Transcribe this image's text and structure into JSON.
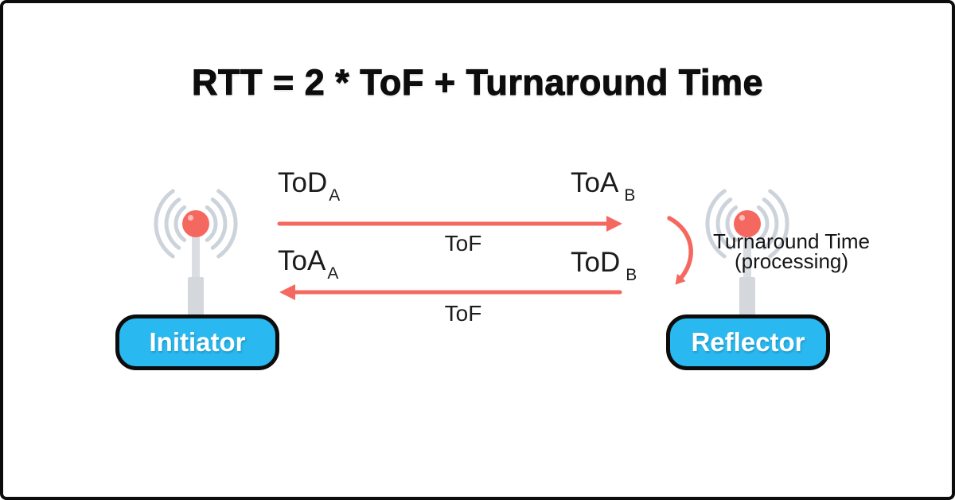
{
  "title": "RTT = 2 * ToF + Turnaround Time",
  "colors": {
    "accent_red": "#f5685f",
    "node_blue": "#29b8ef",
    "wave_gray": "#ccd3da",
    "pole_gray": "#d6dade",
    "ink": "#0c0c0c",
    "node_text": "#ffffff"
  },
  "diagram": {
    "initiator_label": "Initiator",
    "reflector_label": "Reflector",
    "tod_a": {
      "base": "ToD",
      "sub": "A"
    },
    "toa_b": {
      "base": "ToA",
      "sub": "B"
    },
    "toa_a": {
      "base": "ToA",
      "sub": "A"
    },
    "tod_b": {
      "base": "ToD",
      "sub": "B"
    },
    "tof_forward": "ToF",
    "tof_return": "ToF",
    "turnaround_line1": "Turnaround Time",
    "turnaround_line2": "(processing)"
  }
}
